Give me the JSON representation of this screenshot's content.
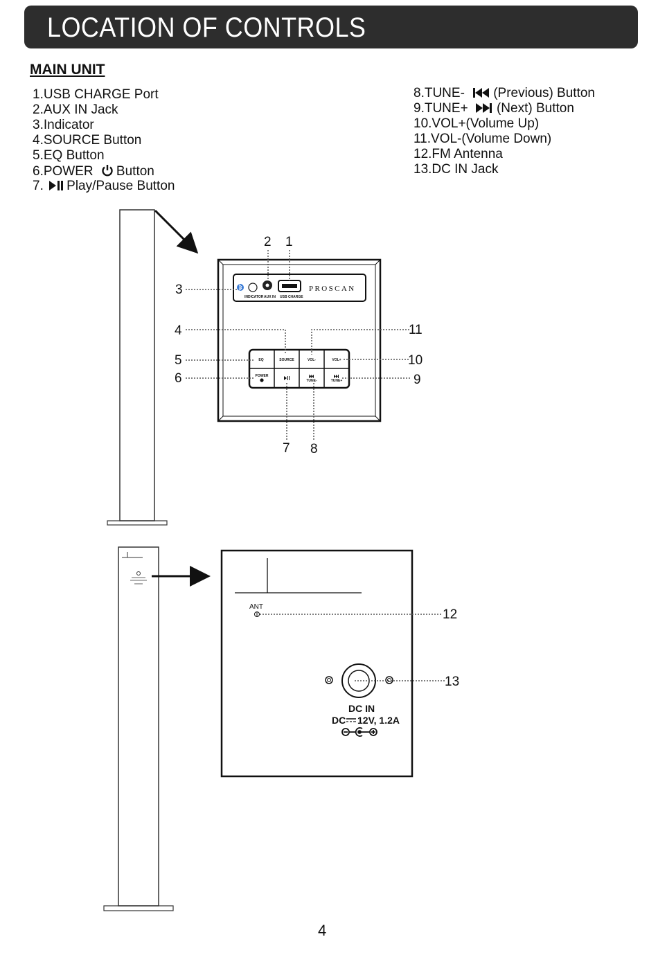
{
  "header": {
    "title": "LOCATION OF CONTROLS"
  },
  "section_title": "MAIN UNIT",
  "controls_left": [
    {
      "num": "1.",
      "label": "USB CHARGE Port",
      "icon": ""
    },
    {
      "num": "2.",
      "label": "AUX IN Jack",
      "icon": ""
    },
    {
      "num": "3.",
      "label": "Indicator",
      "icon": ""
    },
    {
      "num": "4.",
      "label": "SOURCE Button",
      "icon": ""
    },
    {
      "num": "5.",
      "label": "EQ Button",
      "icon": ""
    },
    {
      "num": "6.",
      "label": "POWER",
      "icon": "power-icon",
      "suffix": "Button"
    },
    {
      "num": "7.",
      "label": "",
      "icon": "play-pause-icon",
      "suffix": "Play/Pause Button"
    }
  ],
  "controls_right": [
    {
      "num": "8.",
      "label": "TUNE-",
      "icon": "previous-icon",
      "suffix": "(Previous) Button"
    },
    {
      "num": "9.",
      "label": "TUNE+",
      "icon": "next-icon",
      "suffix": "(Next) Button"
    },
    {
      "num": "10.",
      "label": "VOL+(Volume Up)",
      "icon": ""
    },
    {
      "num": "11.",
      "label": "VOL-(Volume Down)",
      "icon": ""
    },
    {
      "num": "12.",
      "label": "FM Antenna",
      "icon": ""
    },
    {
      "num": "13.",
      "label": "DC IN Jack",
      "icon": ""
    }
  ],
  "front_panel": {
    "brand": "PROSCAN",
    "labels": {
      "indicator": "INDICATOR",
      "aux_in": "AUX IN",
      "usb_charge": "USB CHARGE"
    },
    "buttons": {
      "eq": "EQ",
      "source": "SOURCE",
      "vol_minus": "VOL-",
      "vol_plus": "VOL+",
      "power": "POWER",
      "tune_minus": "TUNE-",
      "tune_plus": "TUNE+"
    },
    "callouts": {
      "c1": "1",
      "c2": "2",
      "c3": "3",
      "c4": "4",
      "c5": "5",
      "c6": "6",
      "c7": "7",
      "c8": "8",
      "c9": "9",
      "c10": "10",
      "c11": "11"
    }
  },
  "rear_panel": {
    "ant_label": "ANT",
    "dc_in_label": "DC IN",
    "dc_prefix": "DC",
    "dc_rating": "12V, 1.2A",
    "callouts": {
      "c12": "12",
      "c13": "13"
    }
  },
  "page_number": "4"
}
